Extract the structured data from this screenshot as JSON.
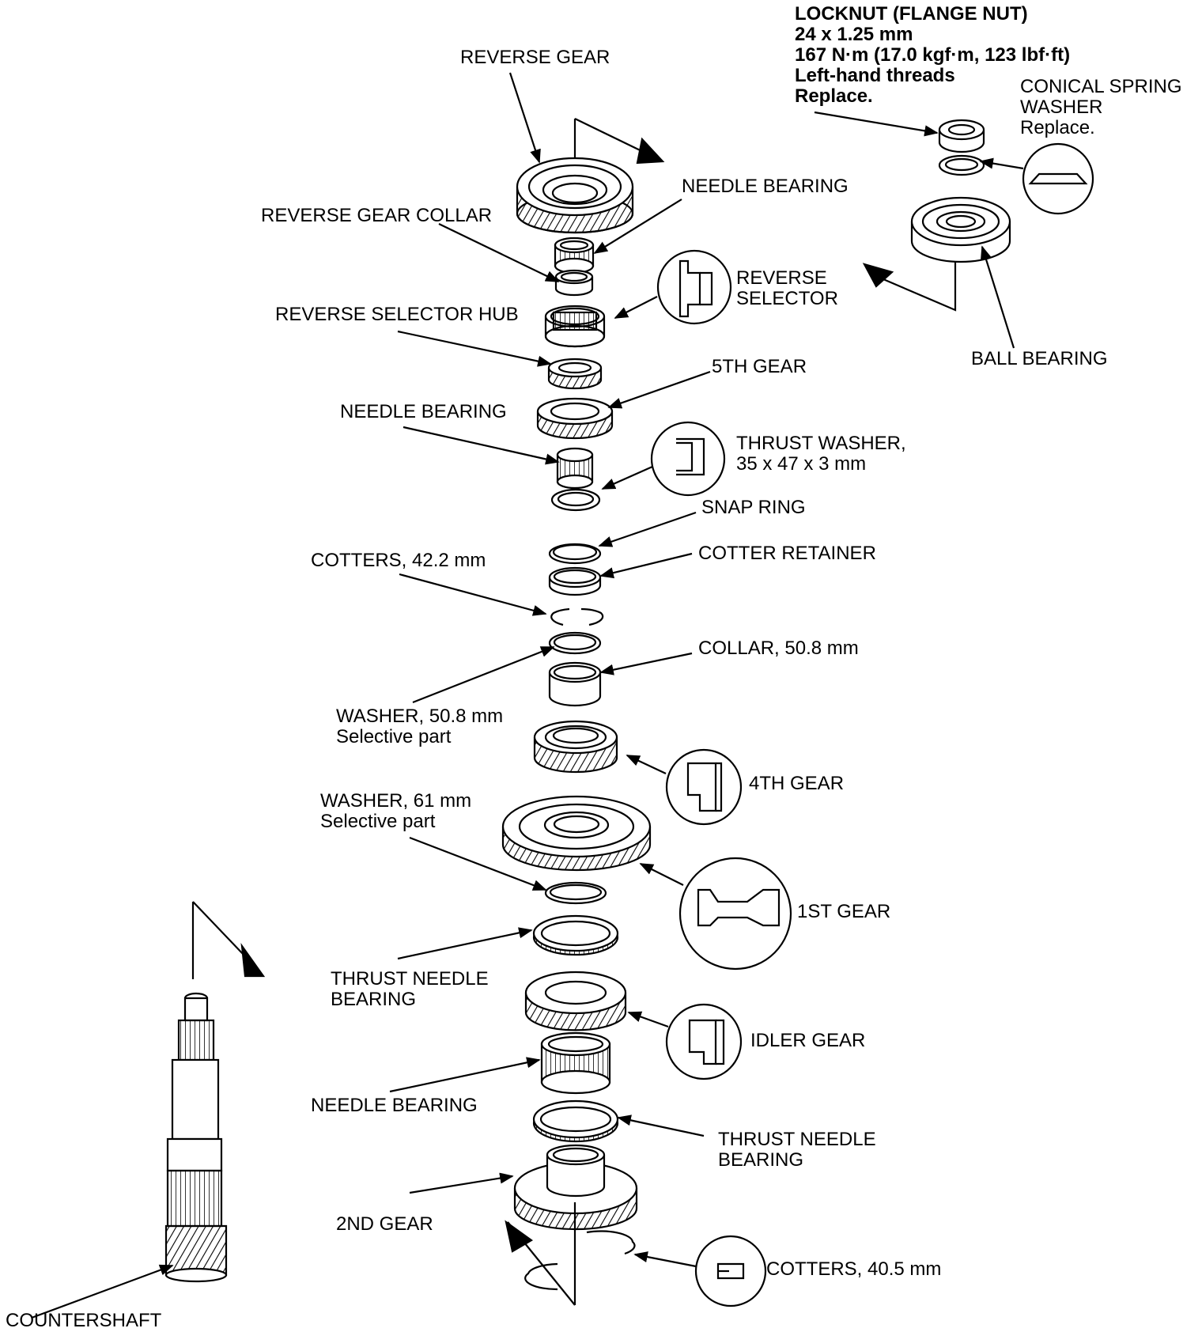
{
  "labels": {
    "locknut": [
      "LOCKNUT (FLANGE NUT)",
      "24 x 1.25 mm",
      "167 N·m (17.0 kgf·m, 123 lbf·ft)",
      "Left-hand threads",
      "Replace."
    ],
    "conical_washer": [
      "CONICAL SPRING",
      "WASHER",
      "Replace."
    ],
    "ball_bearing": "BALL BEARING",
    "reverse_gear": "REVERSE GEAR",
    "needle_bearing_top": "NEEDLE BEARING",
    "reverse_gear_collar": "REVERSE GEAR COLLAR",
    "reverse_selector": [
      "REVERSE",
      "SELECTOR"
    ],
    "reverse_selector_hub": "REVERSE SELECTOR HUB",
    "fifth_gear": "5TH GEAR",
    "needle_bearing_5th": "NEEDLE BEARING",
    "thrust_washer": [
      "THRUST WASHER,",
      "35 x 47 x 3 mm"
    ],
    "snap_ring": "SNAP RING",
    "cotters_42": "COTTERS, 42.2 mm",
    "cotter_retainer": "COTTER RETAINER",
    "collar_508": "COLLAR, 50.8 mm",
    "washer_508": [
      "WASHER, 50.8 mm",
      "Selective part"
    ],
    "fourth_gear": "4TH GEAR",
    "washer_61": [
      "WASHER, 61 mm",
      "Selective part"
    ],
    "first_gear": "1ST GEAR",
    "thrust_needle_bearing_left": [
      "THRUST NEEDLE",
      "BEARING"
    ],
    "idler_gear": "IDLER GEAR",
    "needle_bearing_bottom": "NEEDLE BEARING",
    "thrust_needle_bearing_right": [
      "THRUST NEEDLE",
      "BEARING"
    ],
    "second_gear": "2ND GEAR",
    "cotters_405": "COTTERS, 40.5 mm",
    "countershaft": "COUNTERSHAFT"
  },
  "icons": [
    "reverse-selector-detail-icon",
    "conical-washer-detail-icon",
    "thrust-washer-detail-icon",
    "fourth-gear-detail-icon",
    "first-gear-detail-icon",
    "idler-gear-detail-icon",
    "cotters-detail-icon"
  ]
}
